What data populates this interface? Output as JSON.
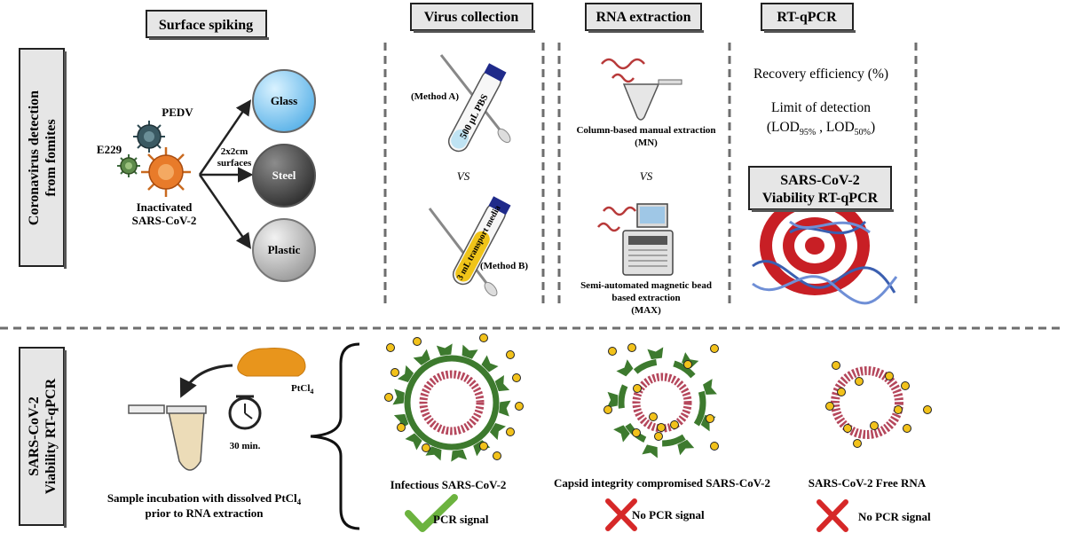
{
  "headers": {
    "surface_spiking": "Surface spiking",
    "virus_collection": "Virus collection",
    "rna_extraction": "RNA extraction",
    "rt_qpcr": "RT-qPCR"
  },
  "side_labels": {
    "top_line1": "Coronavirus detection",
    "top_line2": "from fomites",
    "bottom_line1": "SARS-CoV-2",
    "bottom_line2": "Viability RT-qPCR"
  },
  "viruses": {
    "pedv": "PEDV",
    "e229": "E229",
    "inactivated_line1": "Inactivated",
    "inactivated_line2": "SARS-CoV-2"
  },
  "surfaces": {
    "size_line1": "2x2cm",
    "size_line2": "surfaces",
    "glass": "Glass",
    "steel": "Steel",
    "plastic": "Plastic"
  },
  "collection": {
    "method_a": "(Method A)",
    "tube_a": "500 µL PBS",
    "vs": "VS",
    "method_b": "(Method B)",
    "tube_b": "3 mL transport media"
  },
  "extraction": {
    "mn_line1": "Column-based manual extraction",
    "mn_line2": "(MN)",
    "vs": "VS",
    "max_line1": "Semi-automated magnetic bead",
    "max_line2": "based extraction",
    "max_line3": "(MAX)"
  },
  "rtqpcr": {
    "recovery": "Recovery efficiency (%)",
    "lod_line1": "Limit of detection",
    "lod_open": "(LOD",
    "lod95_sub": "95%",
    "lod_mid": " , LOD",
    "lod50_sub": "50%",
    "lod_close": ")",
    "viability_line1": "SARS-CoV-2",
    "viability_line2": "Viability RT-qPCR"
  },
  "viability": {
    "ptcl_label": "PtCl",
    "ptcl_sub": "4",
    "time": "30 min.",
    "caption_line1_pre": "Sample incubation with dissolved PtCl",
    "caption_line1_sub": "4",
    "caption_line2": "prior to RNA extraction"
  },
  "outcomes": {
    "infectious": "Infectious SARS-CoV-2",
    "compromised": "Capsid integrity compromised SARS-CoV-2",
    "free_rna": "SARS-CoV-2 Free RNA",
    "pcr_signal": "PCR signal",
    "no_pcr_signal_1": "No PCR signal",
    "no_pcr_signal_2": "No PCR signal"
  },
  "colors": {
    "header_box_fill": "#e6e6e6",
    "dashed_line": "#6e6e6e",
    "capsid_green": "#3d7a2e",
    "rna_red": "#b5475c",
    "dot_yellow": "#f2c21b",
    "check_green": "#6cb33f",
    "cross_red": "#d62828",
    "target_red": "#c81f25",
    "dna_blue": "#3b5fb0",
    "ptcl_orange": "#e8951c"
  },
  "icons": [
    "pedv-virus-icon",
    "e229-virus-icon",
    "sars-virus-icon",
    "swab-tube-icon",
    "pipette-tube-icon",
    "extractor-machine-icon",
    "target-icon",
    "dna-helix-icon",
    "clock-icon",
    "microtube-icon",
    "powder-icon",
    "check-icon",
    "cross-icon"
  ]
}
